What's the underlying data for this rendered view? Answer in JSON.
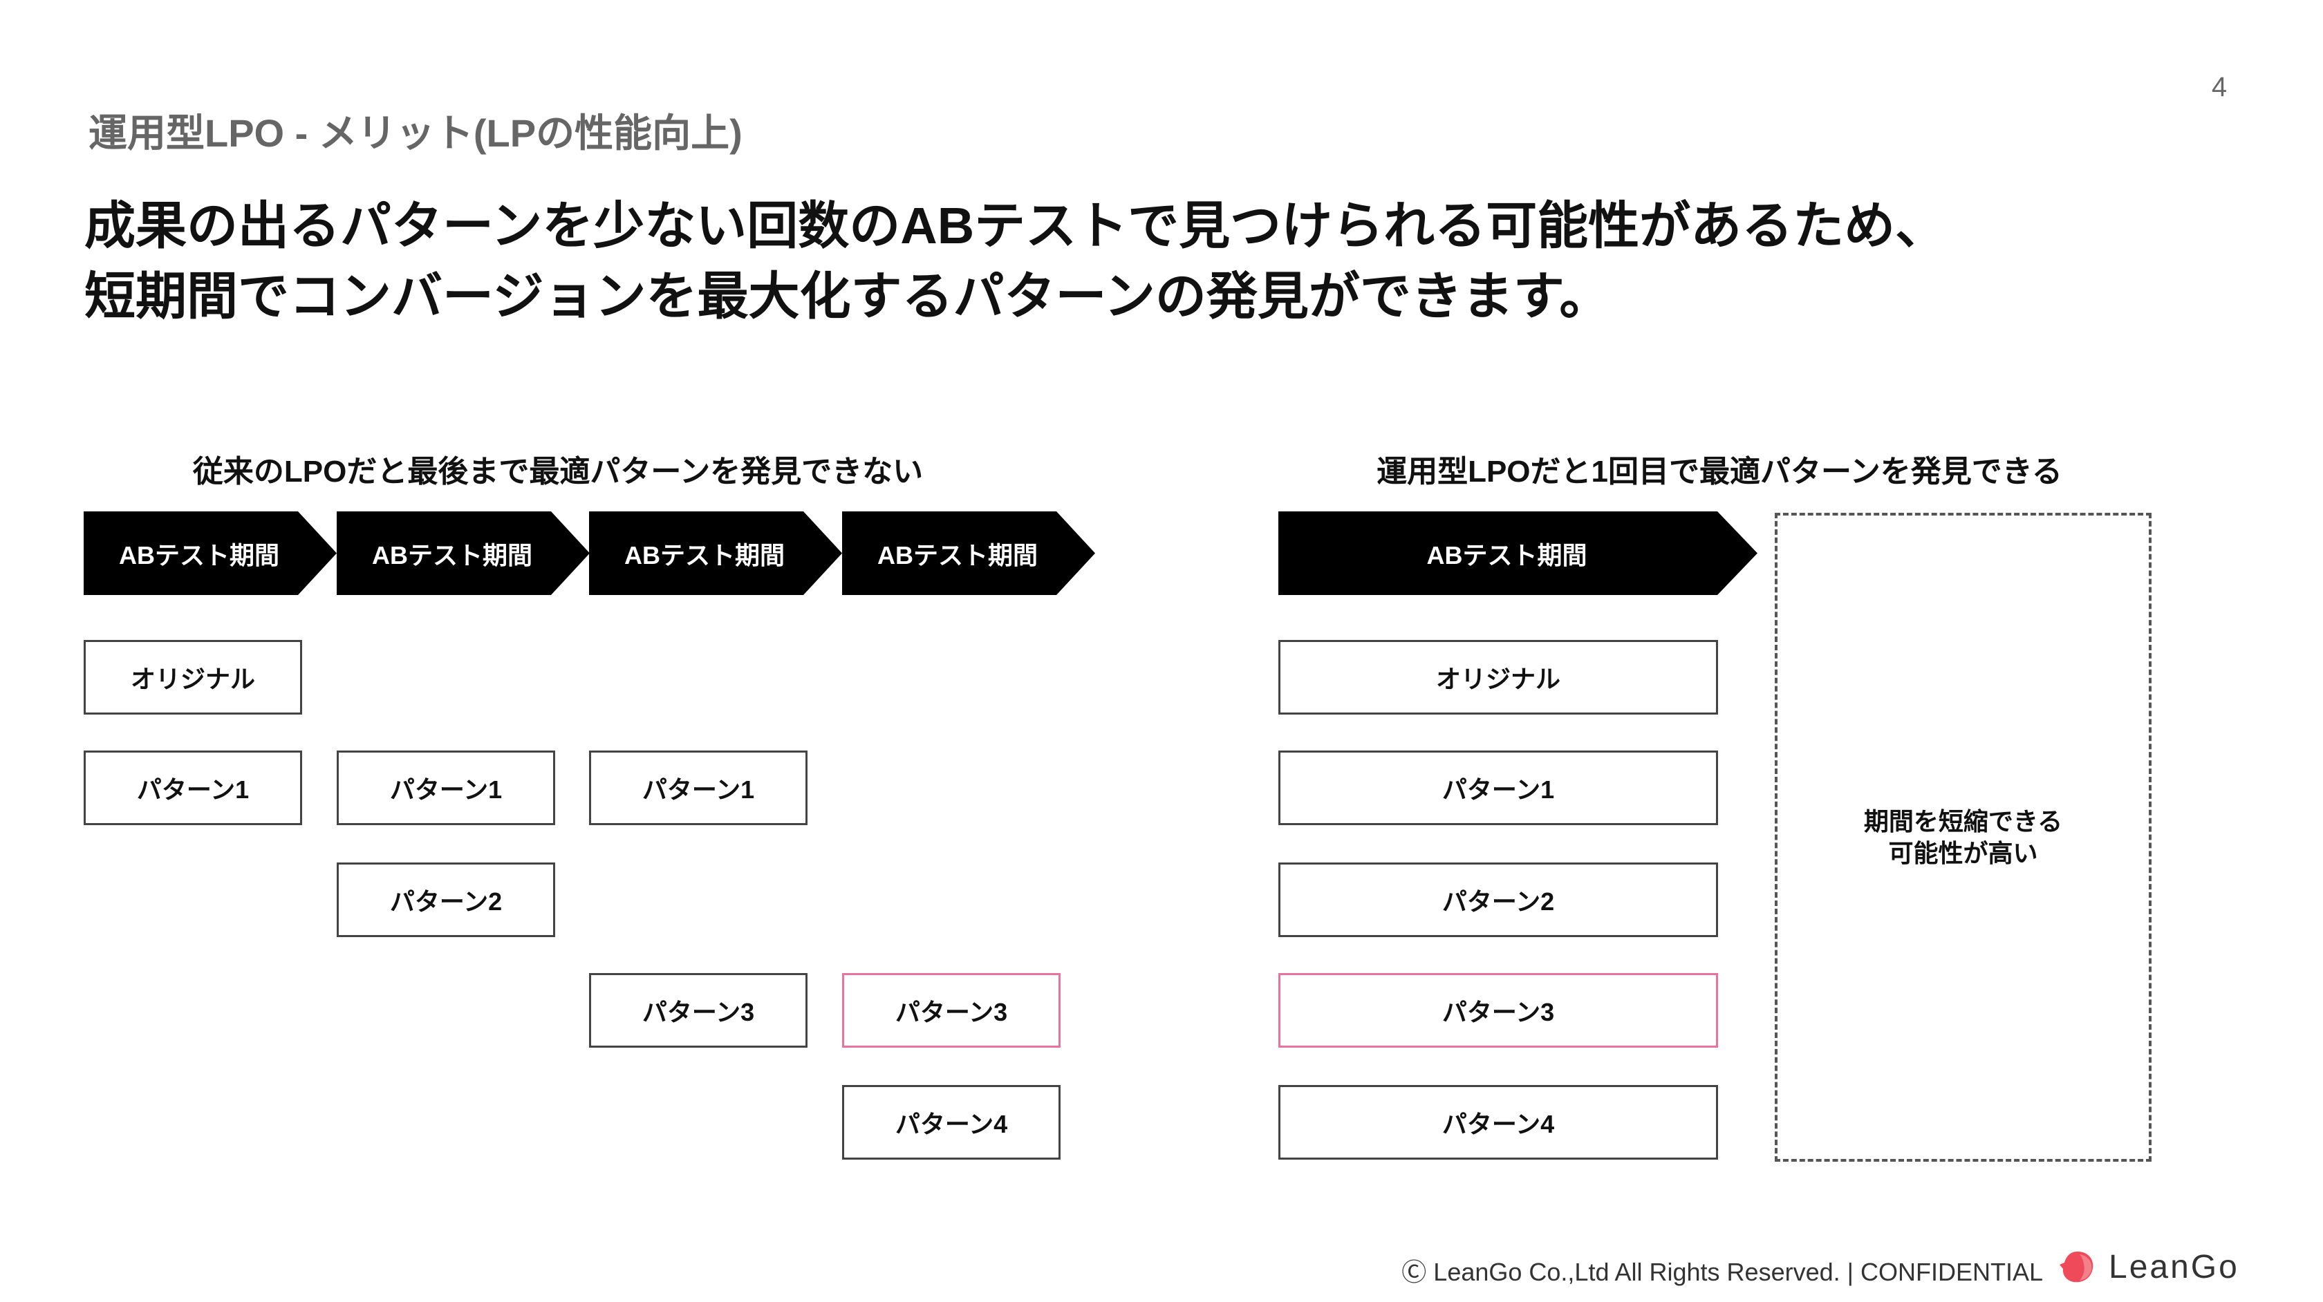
{
  "page_number": "4",
  "section_title": "運用型LPO - メリット(LPの性能向上)",
  "headline": [
    "成果の出るパターンを少ない回数のABテストで見つけられる可能性があるため、",
    "短期間でコンバージョンを最大化するパターンの発見ができます。"
  ],
  "left": {
    "title": "従来のLPOだと最後まで最適パターンを発見できない",
    "phases": [
      {
        "label": "ABテスト期間",
        "patterns": [
          {
            "label": "オリジナル"
          },
          {
            "label": "パターン1"
          }
        ]
      },
      {
        "label": "ABテスト期間",
        "patterns": [
          {
            "label": "パターン1"
          },
          {
            "label": "パターン2"
          }
        ]
      },
      {
        "label": "ABテスト期間",
        "patterns": [
          {
            "label": "パターン1"
          },
          {
            "label": "パターン3"
          }
        ]
      },
      {
        "label": "ABテスト期間",
        "patterns": [
          {
            "label": "パターン3",
            "highlight": true
          },
          {
            "label": "パターン4"
          }
        ]
      }
    ]
  },
  "right": {
    "title": "運用型LPOだと1回目で最適パターンを発見できる",
    "phase": {
      "label": "ABテスト期間",
      "patterns": [
        {
          "label": "オリジナル"
        },
        {
          "label": "パターン1"
        },
        {
          "label": "パターン2"
        },
        {
          "label": "パターン3",
          "highlight": true
        },
        {
          "label": "パターン4"
        }
      ]
    },
    "note": [
      "期間を短縮できる",
      "可能性が高い"
    ]
  },
  "footer": {
    "copyright": "Ⓒ LeanGo Co.,Ltd All Rights Reserved. | CONFIDENTIAL",
    "logo_icon": "leango-logo-icon",
    "brand": "LeanGo"
  },
  "colors": {
    "arrow_fill": "#000000",
    "highlight_border": "#e9739d",
    "logo": "#ef4a5a",
    "logo_light": "#f58a94"
  }
}
